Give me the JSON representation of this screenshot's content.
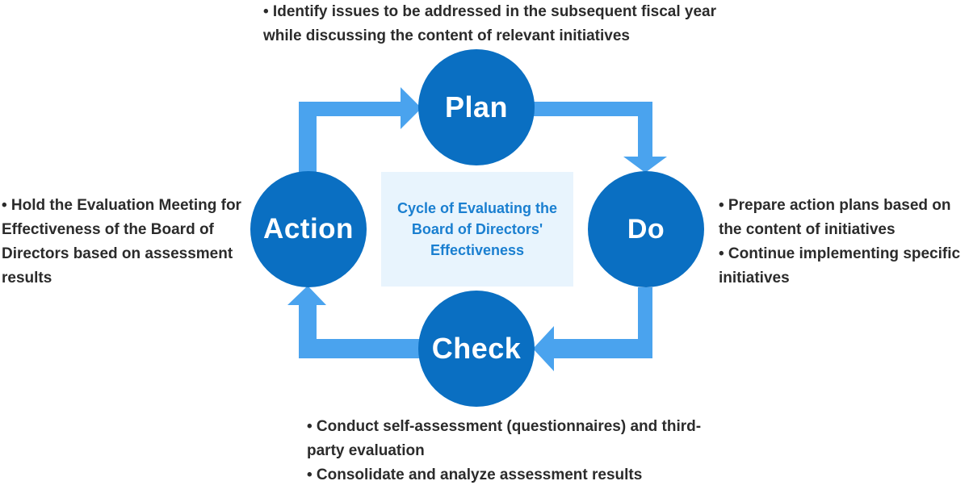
{
  "diagram": {
    "center_label": "Cycle of Evaluating the Board of Directors' Effectiveness",
    "nodes": {
      "plan": "Plan",
      "do": "Do",
      "check": "Check",
      "action": "Action"
    },
    "notes": {
      "plan": [
        "• Identify issues to be addressed in the subsequent fiscal year while discussing the content of relevant initiatives"
      ],
      "do": [
        "• Prepare action plans based on the content of initiatives",
        "• Continue implementing specific initiatives"
      ],
      "check": [
        "• Conduct self-assessment (questionnaires) and third-party evaluation",
        "• Consolidate and analyze assessment results"
      ],
      "action": [
        "• Hold the Evaluation Meeting for Effectiveness of the Board of Directors based on assessment results"
      ]
    },
    "colors": {
      "node_fill": "#0a6fc2",
      "arrow_fill": "#4aa3ee",
      "center_fill": "#e8f4fd",
      "center_text": "#1a7fd0",
      "note_text": "#2b2b2b"
    }
  }
}
